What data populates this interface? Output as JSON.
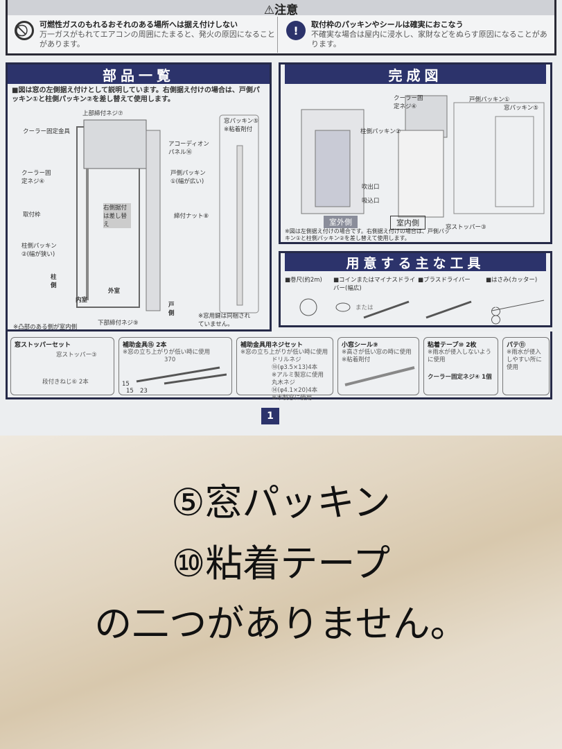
{
  "caution": {
    "title": "⚠注意",
    "left": {
      "icon": "prohibited-icon",
      "heading": "可燃性ガスのもれるおそれのある場所へは据え付けしない",
      "body": "万一ガスがもれてエアコンの周囲にたまると、発火の原因になることがあります。"
    },
    "right": {
      "icon": "exclamation-icon",
      "heading": "取付枠のパッキンやシールは確実におこなう",
      "body": "不確実な場合は屋内に浸水し、家財などをぬらす原因になることがあります。"
    }
  },
  "parts": {
    "title": "部品一覧",
    "note": "■図は窓の左側据え付けとして説明しています。右側据え付けの場合は、戸側パッキン①と柱側パッキン②を差し替えて使用します。",
    "labels": [
      "上部締付ネジ⑦",
      "クーラー固定金具",
      "アコーディオンパネル⑯",
      "クーラー固定ネジ④",
      "戸側パッキン①(幅が広い)",
      "取付枠",
      "右側据付は差し替え",
      "締付ナット⑧",
      "柱側パッキン②(幅が狭い)",
      "柱側",
      "外室",
      "内室",
      "戸側",
      "下部締付ネジ⑨",
      "※凸部のある側が室内側",
      "窓パッキン⑤ ※粘着剤付",
      "※窓用鍵は同梱されていません。"
    ]
  },
  "complete": {
    "title": "完成図",
    "labels": [
      "クーラー固定ネジ④",
      "戸側パッキン①",
      "窓パッキン⑤",
      "柱側パッキン②",
      "吹出口",
      "吸込口",
      "窓ストッパー③"
    ],
    "outside": "室外側",
    "inside": "室内側",
    "note": "※図は左側据え付けの場合です。右側据え付けの場合は、戸側パッキン①と柱側パッキン②を差し替えて使用します。"
  },
  "tools": {
    "title": "用意する主な工具",
    "items": [
      "■巻尺(約2m)",
      "■コインまたはマイナスドライバー(幅広)",
      "■プラスドライバー",
      "■はさみ(カッター)"
    ],
    "or": "または"
  },
  "accessories": [
    {
      "heading": "窓ストッパーセット",
      "lines": [
        "窓ストッパー③",
        "段付きねじ⑥ 2本"
      ]
    },
    {
      "heading": "補助金具⑮ 2本",
      "lines": [
        "※窓の立ち上がりが低い時に使用",
        "370",
        "15",
        "15",
        "23"
      ]
    },
    {
      "heading": "補助金具用ネジセット",
      "lines": [
        "※窓の立ち上がりが低い時に使用",
        "ドリルネジ⑱(φ3.5×13)4本",
        "※アルミ製窓に使用",
        "丸木ネジ⑭(φ4.1×20)4本",
        "※木製窓に使用"
      ]
    },
    {
      "heading": "小窓シール⑨",
      "lines": [
        "※高さが低い窓の時に使用",
        "※粘着剤付"
      ]
    },
    {
      "heading": "粘着テープ⑩ 2枚",
      "lines": [
        "※雨水が侵入しないように使用",
        "クーラー固定ネジ④ 1個"
      ]
    },
    {
      "heading": "パテ⑪",
      "lines": [
        "※雨水が侵入しやすい所に使用"
      ]
    }
  ],
  "page_number": "1",
  "caption": [
    "⑤窓パッキン",
    "⑩粘着テープ",
    "の二つがありません。"
  ],
  "colors": {
    "navy": "#2c336b",
    "wall": "#e2d6c2"
  }
}
